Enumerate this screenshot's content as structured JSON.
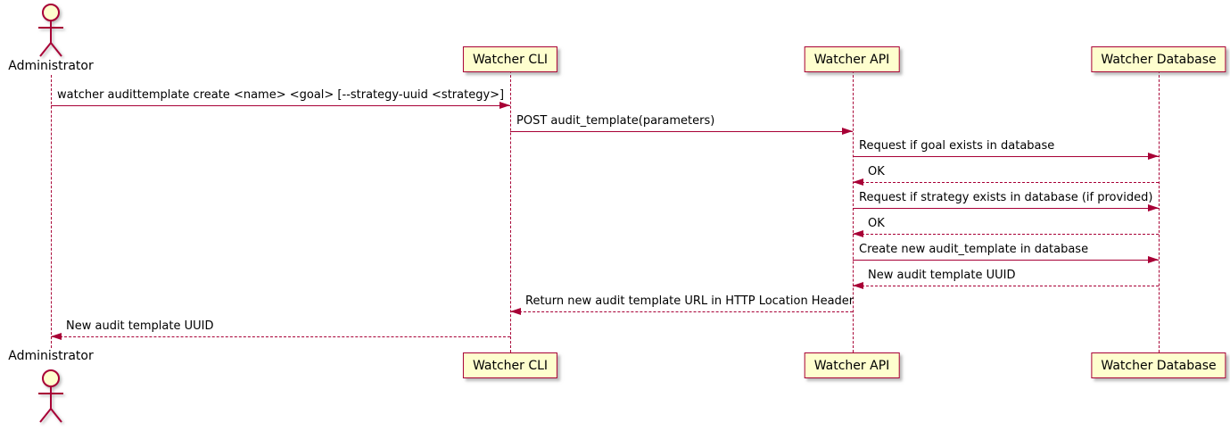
{
  "diagram": {
    "type": "uml-sequence-diagram",
    "actor": {
      "label": "Administrator"
    },
    "participants": [
      {
        "label": "Watcher CLI"
      },
      {
        "label": "Watcher API"
      },
      {
        "label": "Watcher Database"
      }
    ],
    "messages": [
      {
        "label": "watcher audittemplate create <name> <goal> [--strategy-uuid <strategy>]",
        "from": "Administrator",
        "to": "Watcher CLI",
        "line": "solid"
      },
      {
        "label": "POST audit_template(parameters)",
        "from": "Watcher CLI",
        "to": "Watcher API",
        "line": "solid"
      },
      {
        "label": "Request if goal exists in database",
        "from": "Watcher API",
        "to": "Watcher Database",
        "line": "solid"
      },
      {
        "label": "OK",
        "from": "Watcher Database",
        "to": "Watcher API",
        "line": "dashed"
      },
      {
        "label": "Request if strategy exists in database (if provided)",
        "from": "Watcher API",
        "to": "Watcher Database",
        "line": "solid"
      },
      {
        "label": "OK",
        "from": "Watcher Database",
        "to": "Watcher API",
        "line": "dashed"
      },
      {
        "label": "Create new audit_template in database",
        "from": "Watcher API",
        "to": "Watcher Database",
        "line": "solid"
      },
      {
        "label": "New audit template UUID",
        "from": "Watcher Database",
        "to": "Watcher API",
        "line": "dashed"
      },
      {
        "label": "Return new audit template URL in HTTP Location Header",
        "from": "Watcher API",
        "to": "Watcher CLI",
        "line": "dashed"
      },
      {
        "label": "New audit template UUID",
        "from": "Watcher CLI",
        "to": "Administrator",
        "line": "dashed"
      }
    ],
    "colors": {
      "line": "#A80036",
      "box_fill": "#FEFECE",
      "text": "#000000",
      "background": "#FFFFFF"
    }
  }
}
